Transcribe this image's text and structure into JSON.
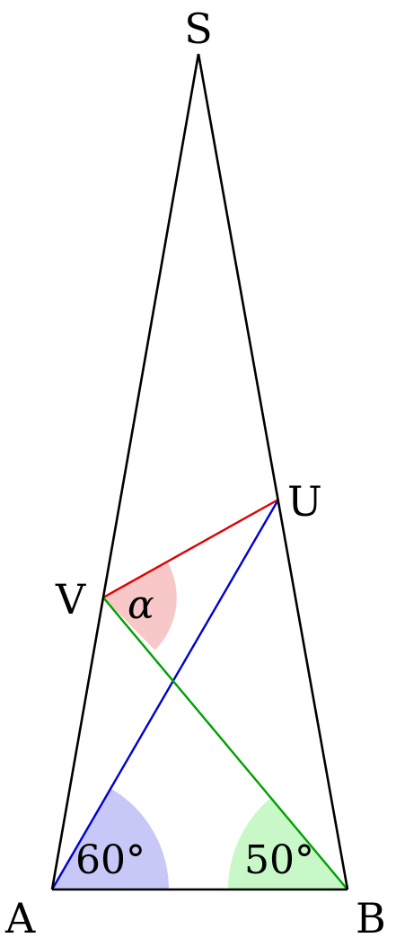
{
  "points": {
    "S": "S",
    "U": "U",
    "V": "V",
    "A": "A",
    "B": "B"
  },
  "angles": {
    "at_A": "60°",
    "at_B": "50°",
    "at_V": "α"
  },
  "colors": {
    "outline": "#000000",
    "segment_VU": "#e00000",
    "segment_AU": "#0000d0",
    "segment_VB": "#00a000",
    "wedge_A": "#c8c8f8",
    "wedge_B": "#c8f8c8",
    "wedge_V": "#f8c8c8"
  }
}
